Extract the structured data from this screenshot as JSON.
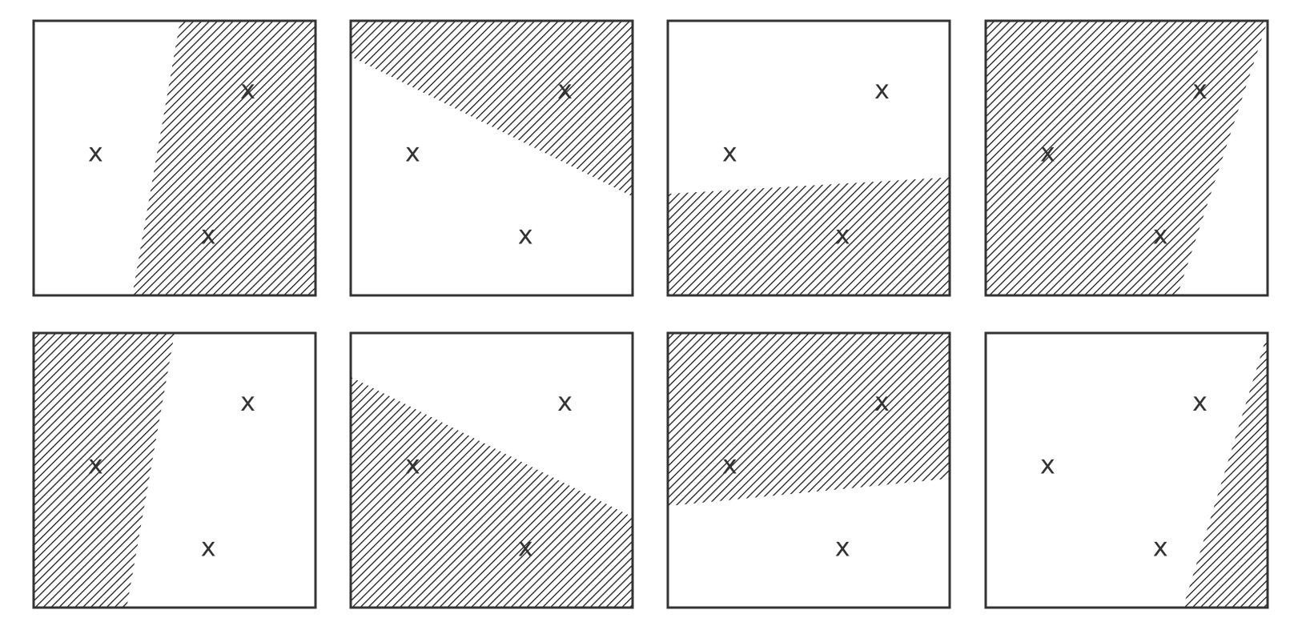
{
  "point_symbol": "x",
  "colors": {
    "frame": "#333333",
    "hatch": "#1a1a1a",
    "background": "#ffffff"
  },
  "panels": [
    {
      "id": 1,
      "shaded": [
        [
          0.52,
          1
        ],
        [
          1,
          1
        ],
        [
          1,
          0
        ],
        [
          0.35,
          0
        ]
      ]
    },
    {
      "id": 2,
      "shaded": [
        [
          0,
          0.87
        ],
        [
          0,
          1
        ],
        [
          1,
          1
        ],
        [
          1,
          0.36
        ]
      ]
    },
    {
      "id": 3,
      "shaded": [
        [
          0,
          0.37
        ],
        [
          1,
          0.43
        ],
        [
          1,
          0
        ],
        [
          0,
          0
        ]
      ]
    },
    {
      "id": 4,
      "shaded": [
        [
          0,
          1
        ],
        [
          1,
          1
        ],
        [
          0.68,
          0
        ],
        [
          0,
          0
        ]
      ]
    },
    {
      "id": 5,
      "shaded": [
        [
          0,
          1
        ],
        [
          0.5,
          1
        ],
        [
          0.33,
          0
        ],
        [
          0,
          0
        ]
      ]
    },
    {
      "id": 6,
      "shaded": [
        [
          0,
          0.84
        ],
        [
          1,
          0.33
        ],
        [
          1,
          0
        ],
        [
          0,
          0
        ]
      ]
    },
    {
      "id": 7,
      "shaded": [
        [
          0,
          1
        ],
        [
          1,
          1
        ],
        [
          1,
          0.47
        ],
        [
          0,
          0.37
        ]
      ]
    },
    {
      "id": 8,
      "shaded": [
        [
          1,
          1
        ],
        [
          1,
          0
        ],
        [
          0.7,
          0
        ]
      ]
    }
  ],
  "points": [
    {
      "x": 0.22,
      "y": 0.52
    },
    {
      "x": 0.76,
      "y": 0.75
    },
    {
      "x": 0.62,
      "y": 0.22
    }
  ]
}
